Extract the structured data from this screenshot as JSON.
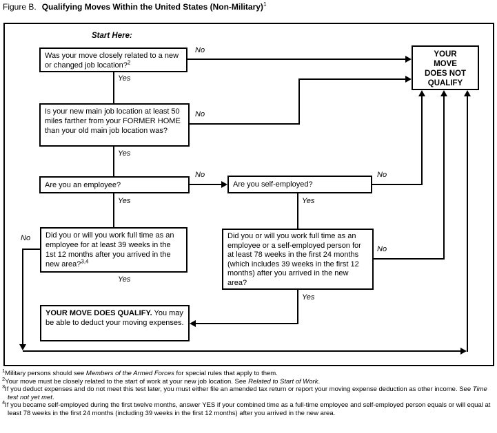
{
  "title": {
    "figure_label": "Figure B.",
    "text": "Qualifying Moves Within the United States (Non-Military)",
    "superscript": "1"
  },
  "flowchart": {
    "start_label": "Start Here:",
    "yes_label": "Yes",
    "no_label": "No",
    "nodes": {
      "q1": {
        "text": "Was your move closely related to a new or changed job location?",
        "sup": "2"
      },
      "q2": {
        "text": "Is your new main job location at least 50 miles farther from your FORMER HOME than your old main job location was?"
      },
      "q3": {
        "text": "Are you an employee?"
      },
      "q4": {
        "text": "Are you self-employed?"
      },
      "q5": {
        "text": "Did you or will you work full time as an employee for at least 39 weeks in the 1st 12 months after you arrived in the new area?",
        "sup": "3,4"
      },
      "q6": {
        "text": "Did you or will you work full time as an employee or a self-employed person for at least 78 weeks in the first 24 months (which includes 39 weeks in the first 12 months) after you arrived in the new area?"
      },
      "qualify": {
        "title": "YOUR MOVE DOES QUALIFY.",
        "text": "You may be able to deduct your moving expenses."
      },
      "not_qualify": {
        "lines": [
          "YOUR",
          "MOVE",
          "DOES NOT",
          "QUALIFY"
        ]
      }
    }
  },
  "footnotes": [
    {
      "num": "1",
      "pre": "Military persons should see ",
      "italic": "Members of the Armed Forces",
      "post": " for special rules that apply to them."
    },
    {
      "num": "2",
      "pre": "Your move must be closely related to the start of work at your new job location. See ",
      "italic": "Related to Start of Work",
      "post": "."
    },
    {
      "num": "3",
      "pre": "If you deduct expenses and do not meet this test later, you must either file an amended tax return or report your moving expense deduction as other income. See ",
      "italic": "Time test not yet met",
      "post": "."
    },
    {
      "num": "4",
      "pre": "If you became self-employed during the first twelve months, answer YES if your combined time as a full-time employee and self-employed person equals or will equal at least 78 weeks in the first 24 months (including 39 weeks in the first 12 months) after you arrived in the new area.",
      "italic": "",
      "post": ""
    }
  ]
}
